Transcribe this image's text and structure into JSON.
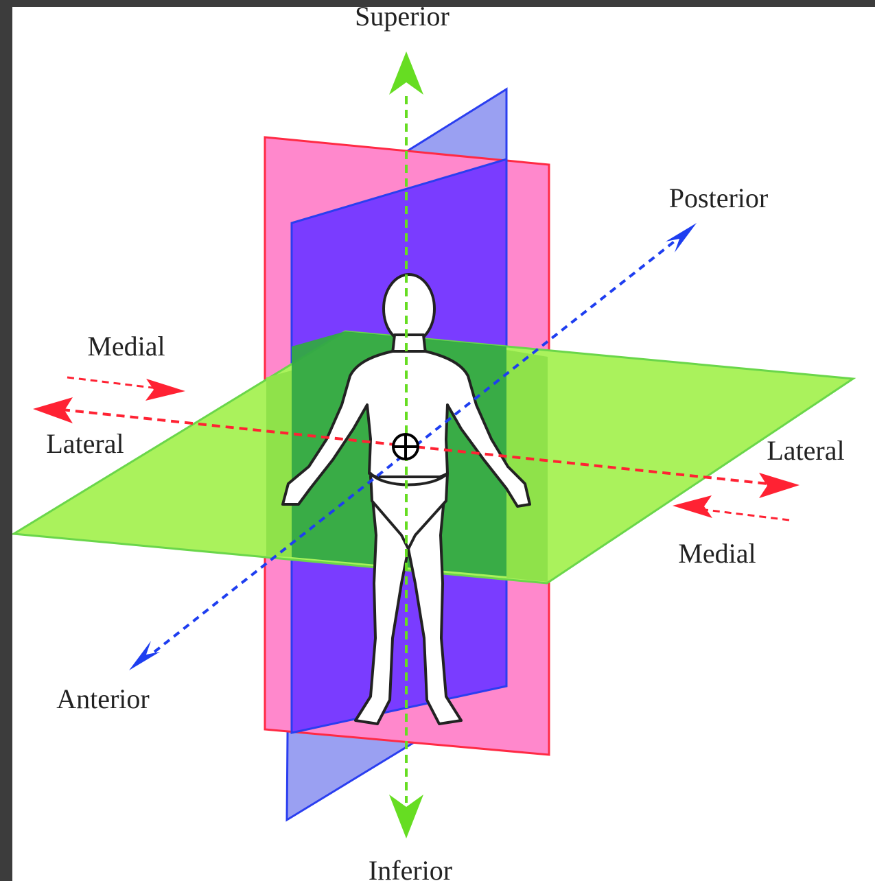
{
  "labels": {
    "superior": "Superior",
    "inferior": "Inferior",
    "posterior": "Posterior",
    "anterior": "Anterior",
    "medial_left": "Medial",
    "lateral_left": "Lateral",
    "lateral_right": "Lateral",
    "medial_right": "Medial"
  },
  "colors": {
    "vertical_axis": "#66dd22",
    "ap_axis": "#1e3ef0",
    "ml_axis": "#ff2233",
    "sagittal_plane": "#7a3cff",
    "sagittal_plane_outer": "#9aa0f2",
    "coronal_plane": "#ff88cc",
    "transverse_plane_light": "#aaf25c",
    "transverse_plane_dark": "#33a844",
    "center_marker": "#000000"
  },
  "icons": {
    "center_marker": "circle-plus-icon",
    "human_figure": "human-figure-icon"
  }
}
